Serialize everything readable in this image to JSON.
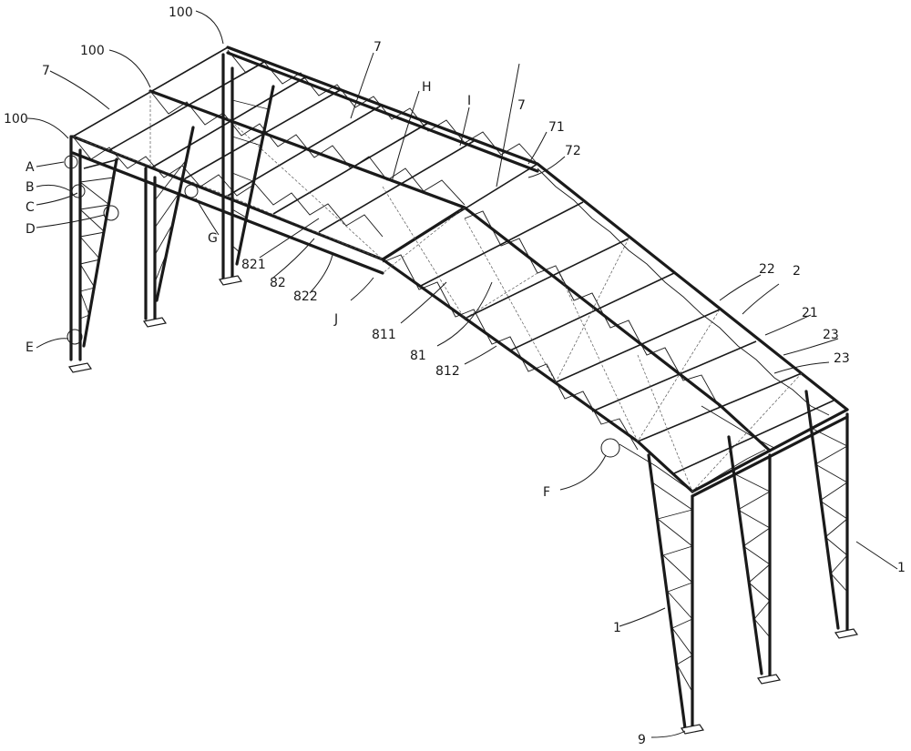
{
  "labels": {
    "l100a": "100",
    "l100b": "100",
    "l100c": "100",
    "l7a": "7",
    "l7b": "7",
    "l7c": "7",
    "lH": "H",
    "lI": "I",
    "l71": "71",
    "l72": "72",
    "lA": "A",
    "lB": "B",
    "lC": "C",
    "lD": "D",
    "lE": "E",
    "lF": "F",
    "lG": "G",
    "lJ": "J",
    "l821": "821",
    "l82": "82",
    "l822": "822",
    "l811": "811",
    "l81": "81",
    "l812": "812",
    "l22": "22",
    "l2": "2",
    "l21": "21",
    "l23a": "23",
    "l23b": "23",
    "l1a": "1",
    "l1b": "1",
    "l9": "9"
  }
}
